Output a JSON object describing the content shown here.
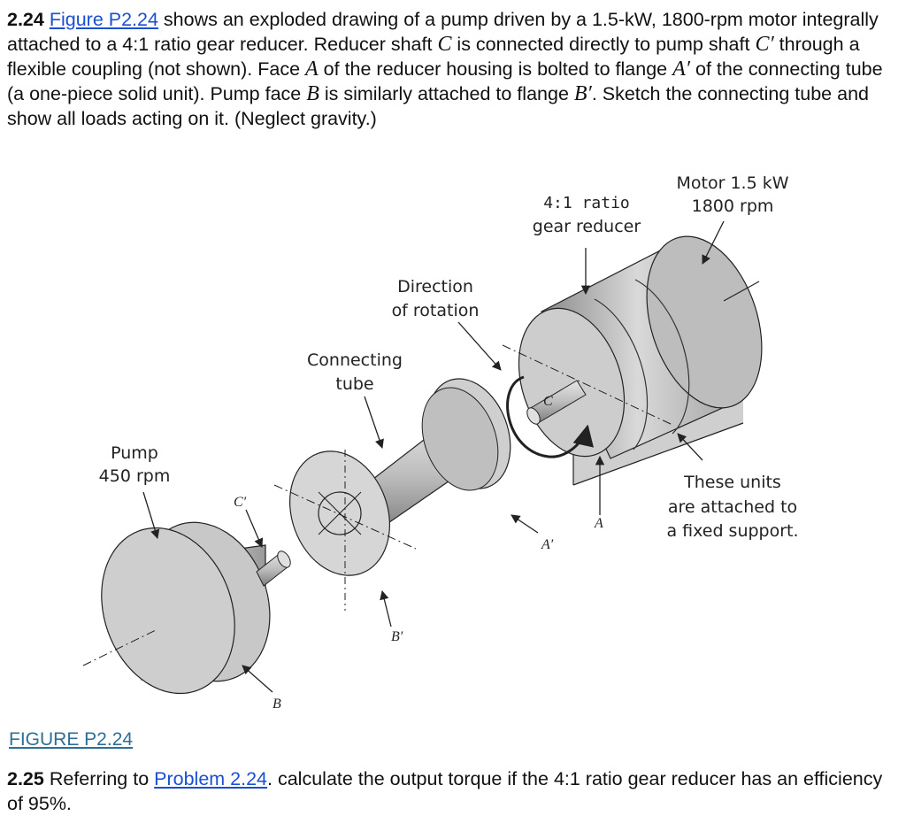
{
  "problem_224": {
    "number": "2.24",
    "link_text": "Figure P2.24",
    "t1": " shows an exploded drawing of a pump driven by a 1.5-kW, 1800-rpm motor integrally attached to a 4:1 ratio gear reducer. Reducer shaft ",
    "sym_c": "C",
    "t2": " is connected directly to pump shaft ",
    "sym_cp": "C′",
    "t3": " through a flexible coupling (not shown). Face ",
    "sym_a": "A",
    "t4": " of the reducer housing is bolted to flange ",
    "sym_ap": "A′",
    "t5": " of the connecting tube (a one-piece solid unit). Pump face ",
    "sym_b": "B",
    "t6": " is similarly attached to flange ",
    "sym_bp": "B′",
    "t7": ". Sketch the connecting tube and show all loads acting on it. (Neglect gravity.)"
  },
  "figure": {
    "labels": {
      "motor_line1": "Motor 1.5 kW",
      "motor_line2": "1800 rpm",
      "reducer_line1": "4:1 ratio",
      "reducer_line2": "gear reducer",
      "rotation_line1": "Direction",
      "rotation_line2": "of rotation",
      "tube_line1": "Connecting",
      "tube_line2": "tube",
      "pump_line1": "Pump",
      "pump_line2": "450 rpm",
      "support_line1": "These units",
      "support_line2": "are attached to",
      "support_line3": "a fixed support.",
      "letter_c": "C",
      "letter_cp": "C′",
      "letter_a": "A",
      "letter_ap": "A′",
      "letter_b": "B",
      "letter_bp": "B′"
    },
    "caption": "FIGURE P2.24"
  },
  "problem_225": {
    "number": "2.25",
    "t1": " Referring to ",
    "link_text": "Problem 2.24",
    "t2": ". calculate the output torque if the 4:1 ratio gear reducer has an efficiency of 95%."
  },
  "colors": {
    "link": "#1a4fd0",
    "caption": "#2d6f96",
    "metal": "#c9c9c9"
  }
}
